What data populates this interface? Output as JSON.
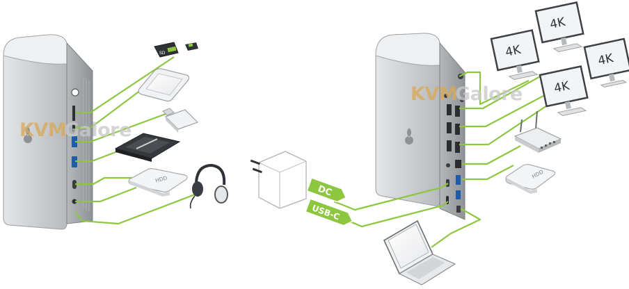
{
  "watermark": {
    "part1": "KVM",
    "part2": "Galore",
    "color1": "#d9a95a",
    "color2": "#c9c9c9"
  },
  "monitors": [
    {
      "label": "4K"
    },
    {
      "label": "4K"
    },
    {
      "label": "4K"
    },
    {
      "label": "4K"
    }
  ],
  "devices": {
    "hdd_left": "HDD",
    "hdd_right": "HDD",
    "sd_card": "SD"
  },
  "cable_tags": {
    "dc": "DC",
    "usbc": "USB-C"
  },
  "colors": {
    "cable_green": "#8dc63f",
    "dock_silver": "#c7c9cc",
    "dock_dark": "#8a8d91"
  }
}
